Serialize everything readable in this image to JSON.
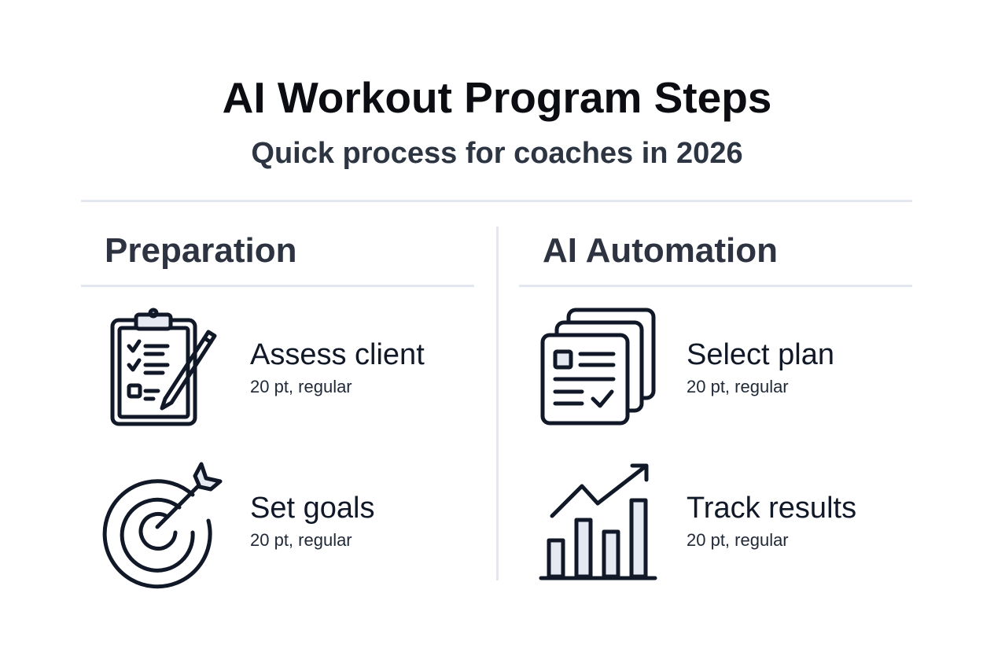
{
  "title": "AI Workout Program Steps",
  "subtitle": "Quick process for coaches in 2026",
  "sections": [
    {
      "heading": "Preparation",
      "steps": [
        {
          "label": "Assess client",
          "note": "20 pt, regular",
          "icon": "clipboard-checklist-icon"
        },
        {
          "label": "Set goals",
          "note": "20 pt, regular",
          "icon": "target-arrow-icon"
        }
      ]
    },
    {
      "heading": "AI Automation",
      "steps": [
        {
          "label": "Select plan",
          "note": "20 pt, regular",
          "icon": "stacked-documents-icon"
        },
        {
          "label": "Track results",
          "note": "20 pt, regular",
          "icon": "bar-chart-trend-icon"
        }
      ]
    }
  ]
}
